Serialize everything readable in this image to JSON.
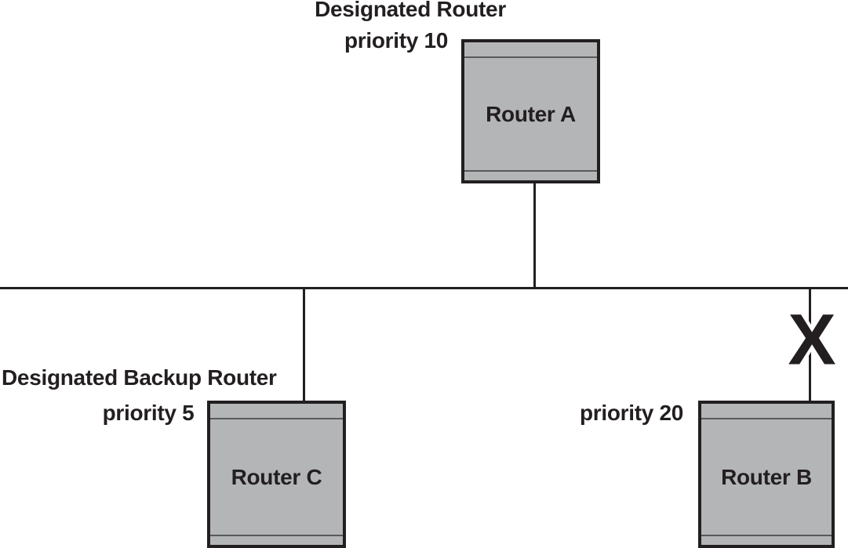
{
  "labels": {
    "designated_router": {
      "title": "Designated Router",
      "priority": "priority 10"
    },
    "designated_backup_router": {
      "title": "Designated Backup Router",
      "priority": "priority 5"
    },
    "router_b_priority": "priority 20",
    "link_failure_mark": "X"
  },
  "routers": [
    {
      "name": "Router A",
      "role": "Designated Router",
      "priority": 10
    },
    {
      "name": "Router C",
      "role": "Designated Backup Router",
      "priority": 5
    },
    {
      "name": "Router B",
      "role": "",
      "priority": 20
    }
  ],
  "colors": {
    "text_and_lines": "#231f20",
    "router_fill": "#b4b5b7",
    "router_panel_line": "#58595b",
    "background": "#ffffff"
  }
}
